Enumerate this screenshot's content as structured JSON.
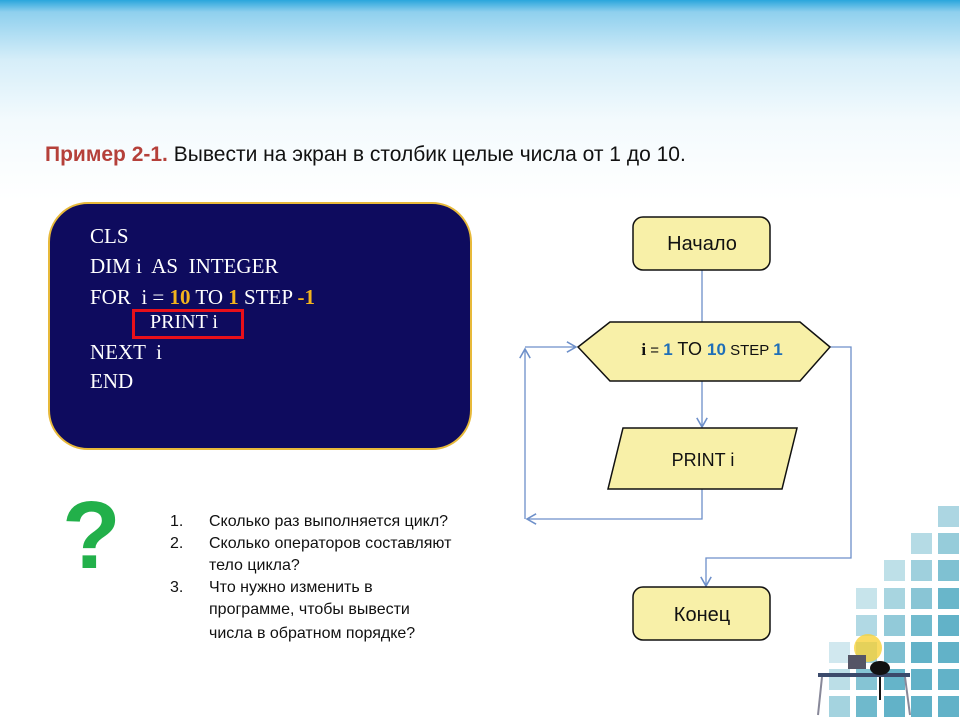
{
  "title": {
    "label": "Пример 2-1.",
    "text": "Вывести на экран в столбик целые числа от 1 до 10."
  },
  "code": {
    "lines": [
      "CLS",
      "DIM i  AS  INTEGER"
    ],
    "for_kw": "FOR  i = ",
    "for_from": "10",
    "for_to": " TO ",
    "for_to_val": "1",
    "for_step": " STEP ",
    "for_step_val": "-1",
    "print": "PRINT i",
    "next": "NEXT  i",
    "end": "END"
  },
  "question_mark": "?",
  "questions": [
    {
      "num": "1.",
      "lines": [
        "Сколько раз выполняется цикл?"
      ]
    },
    {
      "num": "2.",
      "lines": [
        "Сколько операторов составляют",
        "тело цикла?"
      ]
    },
    {
      "num": "3.",
      "lines": [
        "Что нужно изменить в",
        "программе, чтобы вывести",
        "числа в обратном порядке?"
      ]
    }
  ],
  "flowchart": {
    "start": "Начало",
    "loop": {
      "var": "i",
      "eq": " = ",
      "from": "1",
      "to": " TO ",
      "to_val": "10",
      "step": " STEP ",
      "step_val": "1"
    },
    "body": "PRINT i",
    "end": "Конец"
  },
  "colors": {
    "title_label": "#b5403a",
    "code_bg": "#0e0b5e",
    "code_accent": "#f2b31d",
    "block_fill": "#f8f0a8",
    "line": "#6d8fc9",
    "loop_num": "#1f6fb8",
    "question": "#22b04a"
  }
}
